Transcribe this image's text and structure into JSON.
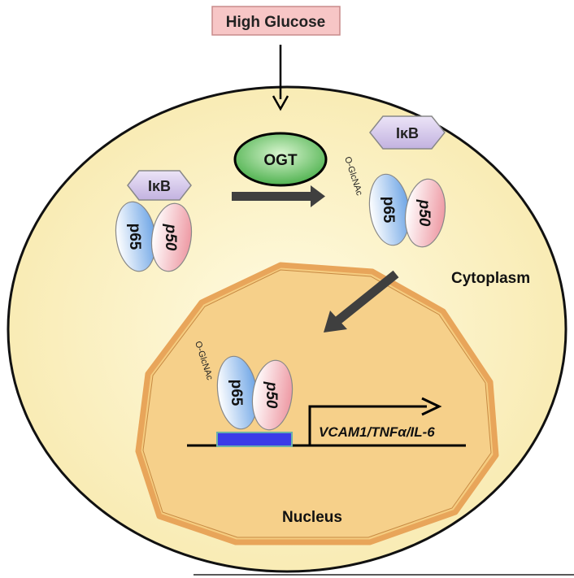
{
  "stimulus": {
    "label": "High Glucose",
    "color": "#f7c6c6"
  },
  "enzyme": {
    "label": "OGT",
    "color": "#66c266"
  },
  "inhibitor": {
    "label": "IκB",
    "color": "#cdbfe6"
  },
  "subunits": {
    "p65": "p65",
    "p50": "p50",
    "p65_color": "#7fb2ea",
    "p50_color": "#f0a6ae"
  },
  "modification": {
    "label": "O-GlcNAc"
  },
  "compartments": {
    "cytoplasm": "Cytoplasm",
    "nucleus": "Nucleus",
    "cell_color": "#fdf3c4",
    "nucleus_color": "#f6cf82"
  },
  "genes": {
    "label": "VCAM1/TNFα/IL-6"
  },
  "promoter": {
    "color": "#3b3be8"
  }
}
